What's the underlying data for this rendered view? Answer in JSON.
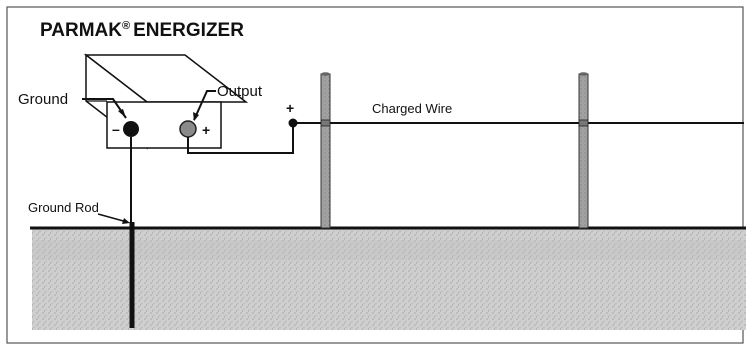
{
  "title": {
    "brand": "PARMAK",
    "registered": "®",
    "product": "ENERGIZER"
  },
  "labels": {
    "ground": "Ground",
    "output": "Output",
    "charged_wire": "Charged Wire",
    "ground_rod": "Ground Rod"
  },
  "terminals": {
    "negative": "–",
    "positive": "+",
    "wire_plus": "+"
  },
  "colors": {
    "line": "#111111",
    "soil": "#c8c8c8",
    "post": "#9a9a9a",
    "frame": "#555555"
  }
}
